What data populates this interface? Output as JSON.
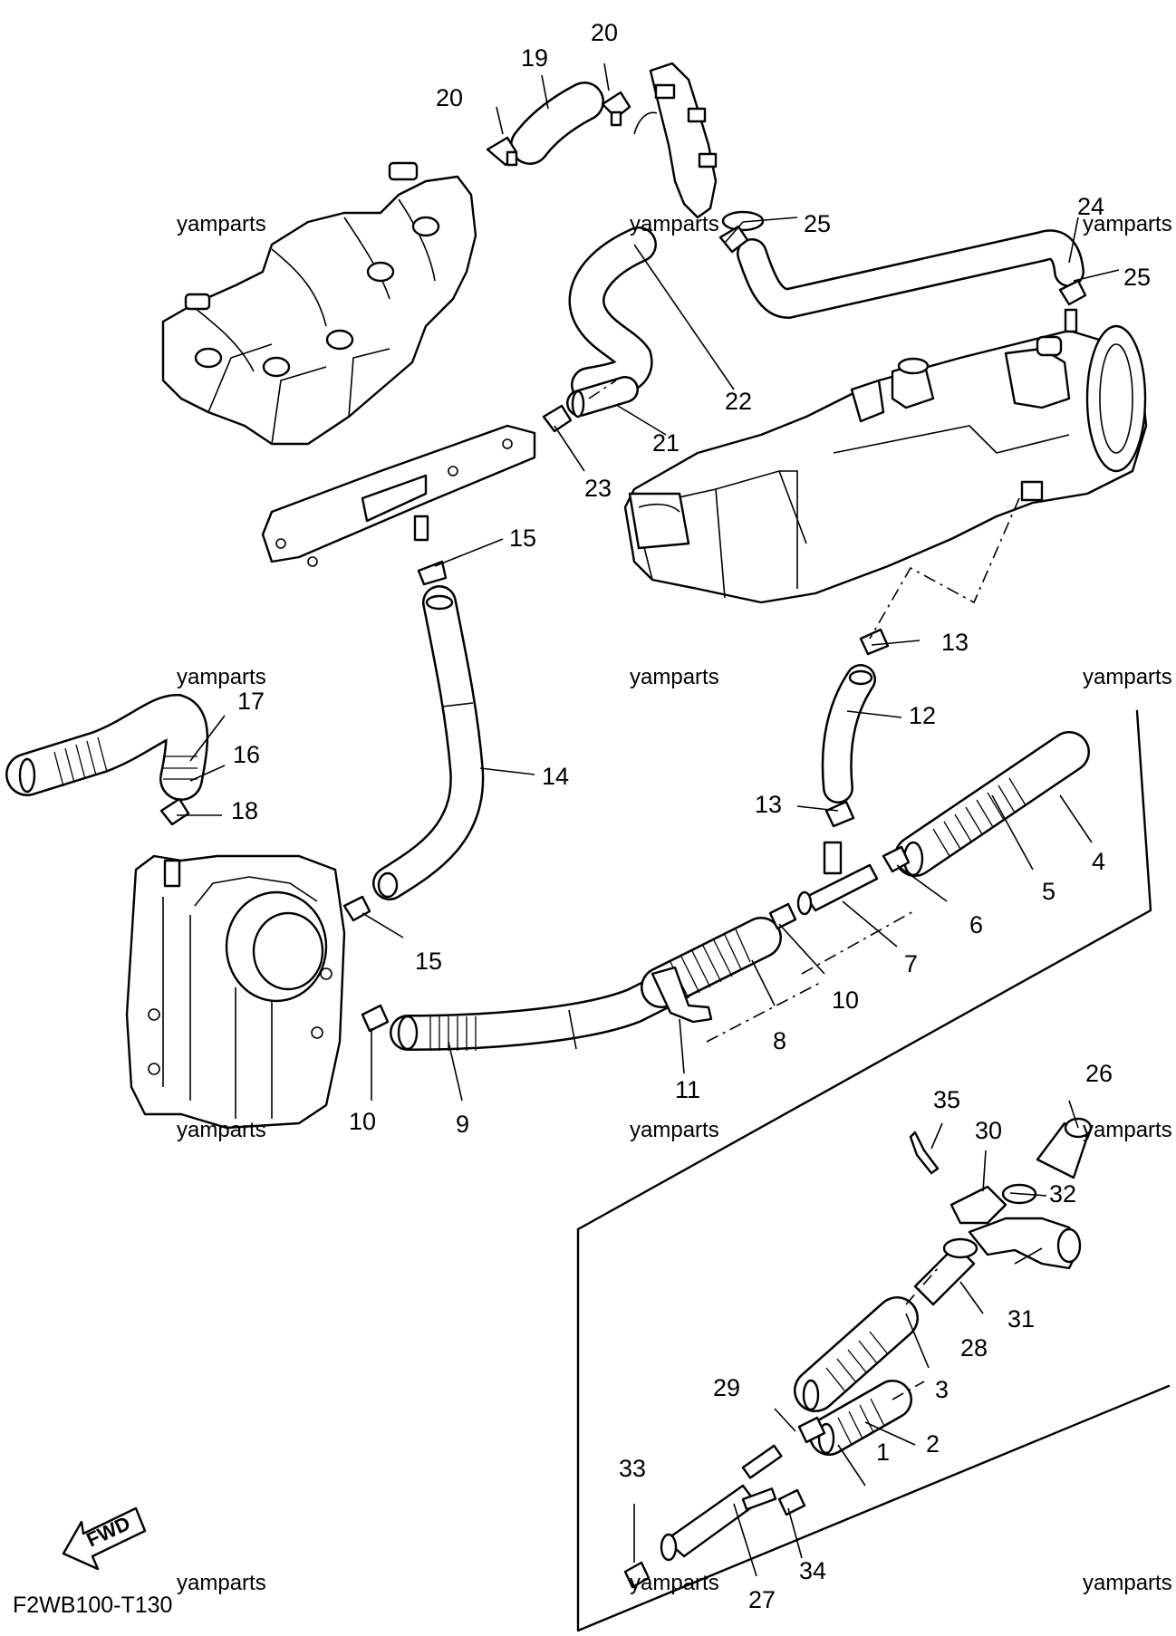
{
  "diagram": {
    "code": "F2WB100-T130",
    "watermark": "yamparts",
    "fwd_label": "FWD",
    "callouts": {
      "p1": "1",
      "p2": "2",
      "p3": "3",
      "p4": "4",
      "p5": "5",
      "p6": "6",
      "p7": "7",
      "p8": "8",
      "p9": "9",
      "p10a": "10",
      "p10b": "10",
      "p11": "11",
      "p12": "12",
      "p13a": "13",
      "p13b": "13",
      "p14": "14",
      "p15a": "15",
      "p15b": "15",
      "p16": "16",
      "p17": "17",
      "p18": "18",
      "p19": "19",
      "p20a": "20",
      "p20b": "20",
      "p21": "21",
      "p22": "22",
      "p23": "23",
      "p24": "24",
      "p25a": "25",
      "p25b": "25",
      "p26": "26",
      "p27": "27",
      "p28": "28",
      "p29": "29",
      "p30": "30",
      "p31": "31",
      "p32": "32",
      "p33": "33",
      "p34": "34",
      "p35": "35"
    }
  }
}
